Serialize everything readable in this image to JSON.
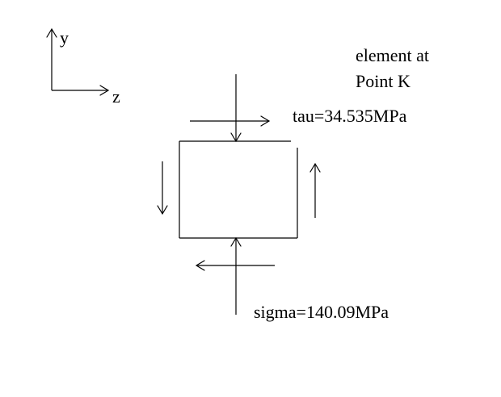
{
  "axes": {
    "y_label": "y",
    "z_label": "z"
  },
  "element_title": {
    "line1": "element at",
    "line2": "Point K"
  },
  "stresses": {
    "tau_label": "tau=34.535MPa",
    "sigma_label": "sigma=140.09MPa"
  },
  "colors": {
    "background": "#ffffff",
    "ink": "#000000"
  }
}
